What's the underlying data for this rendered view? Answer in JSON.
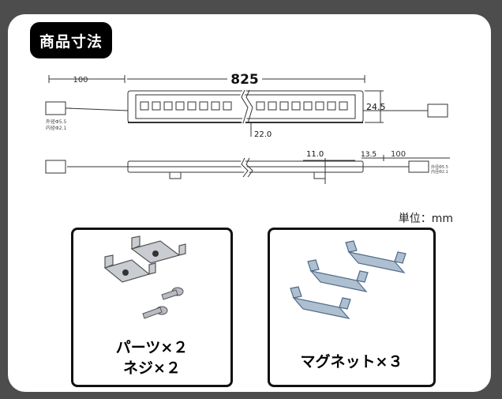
{
  "title": "商品寸法",
  "unit_label": "単位：mm",
  "dimensions": {
    "total_length": "825",
    "lead_left": "100",
    "lead_right": "100",
    "height": "24.5",
    "width": "22.0",
    "base_height": "11.0",
    "end_cap": "13.5",
    "outer_dia_left": "外径Φ5.5",
    "inner_dia_left": "内径Φ2.1",
    "outer_dia_right": "外径Φ5.5",
    "inner_dia_right": "内径Φ2.1"
  },
  "accessories": [
    {
      "line1": "パーツ×２",
      "line2": "ネジ×２"
    },
    {
      "line1": "マグネット×３"
    }
  ],
  "colors": {
    "background": "#4d4d4d",
    "card": "#ffffff",
    "ink": "#000000"
  }
}
